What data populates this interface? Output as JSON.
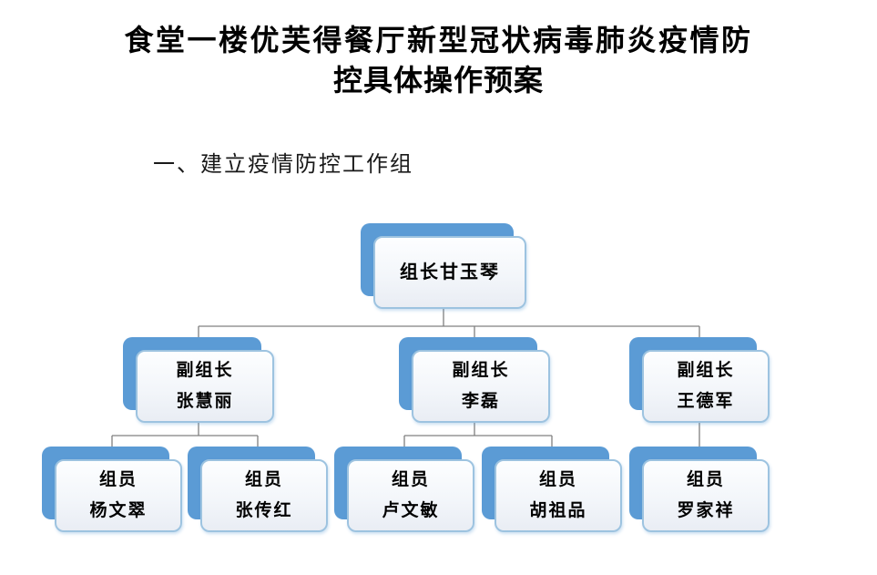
{
  "document": {
    "title_line1": "食堂一楼优芙得餐厅新型冠状病毒肺炎疫情防",
    "title_line2": "控具体操作预案",
    "section_heading": "一、建立疫情防控工作组"
  },
  "org_chart": {
    "leader": {
      "label": "组长甘玉琴"
    },
    "deputies": [
      {
        "role": "副组长",
        "name": "张慧丽"
      },
      {
        "role": "副组长",
        "name": "李磊"
      },
      {
        "role": "副组长",
        "name": "王德军"
      }
    ],
    "members": [
      {
        "role": "组员",
        "name": "杨文翠"
      },
      {
        "role": "组员",
        "name": "张传红"
      },
      {
        "role": "组员",
        "name": "卢文敏"
      },
      {
        "role": "组员",
        "name": "胡祖品"
      },
      {
        "role": "组员",
        "name": "罗家祥"
      }
    ],
    "colors": {
      "shadow_blue": "#5b9bd5",
      "card_border": "#9dc3e0",
      "card_fill_top": "#fdfeff",
      "card_fill_bottom": "#e9edf4",
      "connector_gray": "#808080",
      "text_black": "#000000"
    }
  }
}
